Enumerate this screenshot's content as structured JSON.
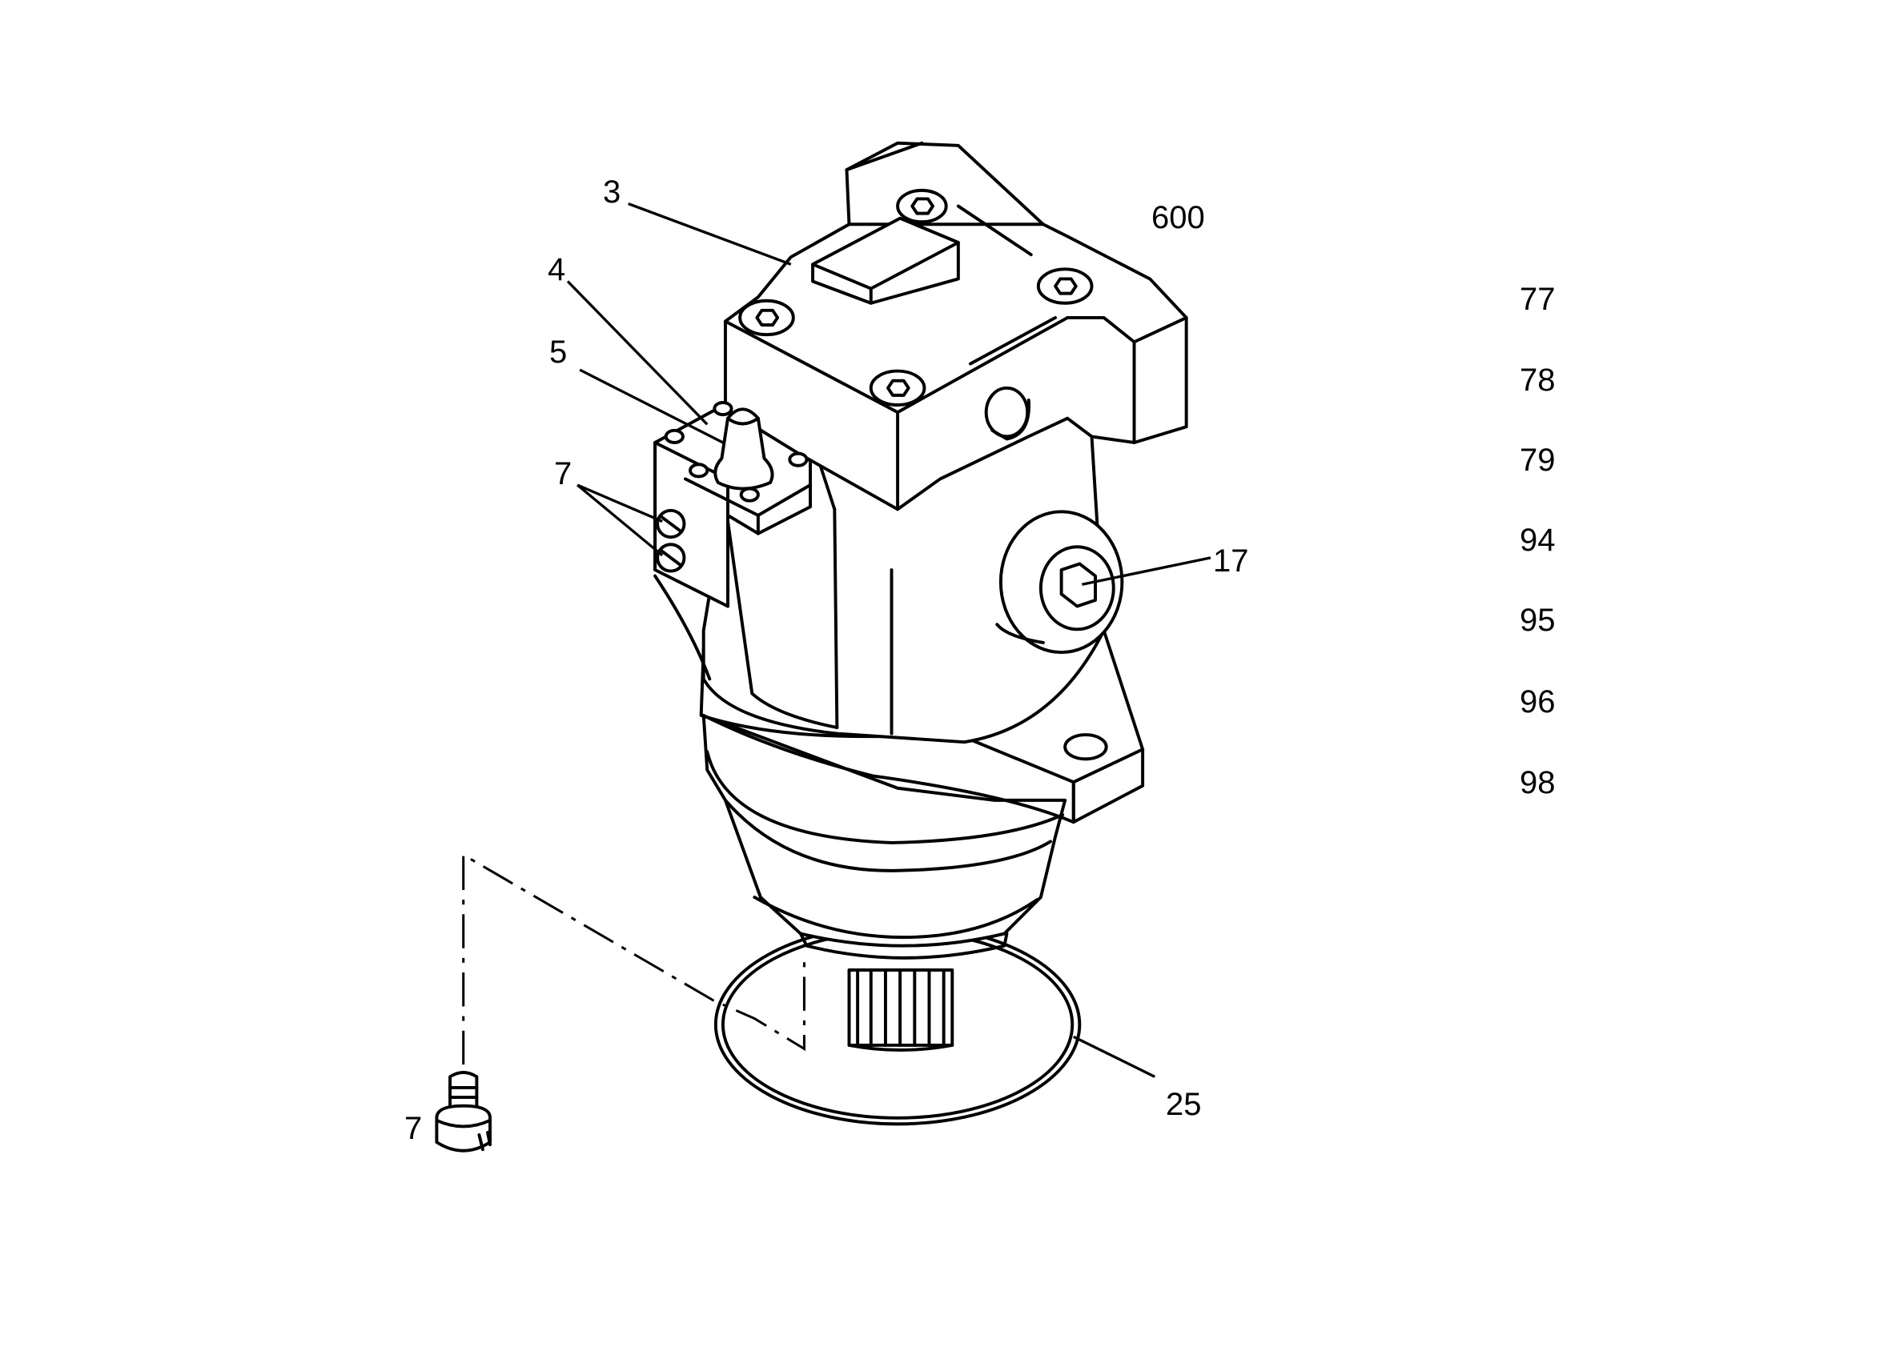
{
  "callouts": {
    "c3": "3",
    "c4": "4",
    "c5": "5",
    "c7_upper": "7",
    "c7_lower": "7",
    "c17": "17",
    "c25": "25",
    "c600": "600"
  },
  "part_list": [
    "77",
    "78",
    "79",
    "94",
    "95",
    "96",
    "98"
  ]
}
